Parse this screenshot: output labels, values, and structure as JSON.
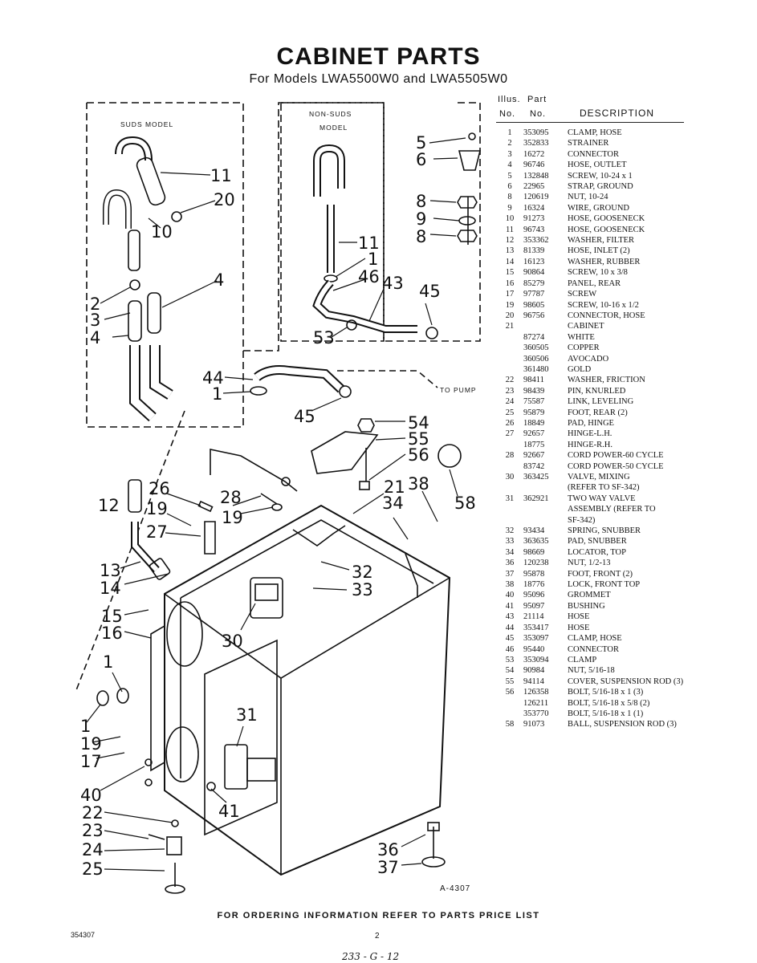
{
  "header": {
    "title": "CABINET PARTS",
    "subtitle": "For Models LWA5500W0 and LWA5505W0"
  },
  "table": {
    "col_illus_top": "Illus.",
    "col_part_top": "Part",
    "col_illus": "No.",
    "col_part": "No.",
    "col_desc": "DESCRIPTION",
    "rows": [
      {
        "illus": "1",
        "part": "353095",
        "desc": "CLAMP, HOSE"
      },
      {
        "illus": "2",
        "part": "352833",
        "desc": "STRAINER"
      },
      {
        "illus": "3",
        "part": "16272",
        "desc": "CONNECTOR"
      },
      {
        "illus": "4",
        "part": "96746",
        "desc": "HOSE, OUTLET"
      },
      {
        "illus": "5",
        "part": "132848",
        "desc": "SCREW, 10-24 x 1"
      },
      {
        "illus": "6",
        "part": "22965",
        "desc": "STRAP, GROUND"
      },
      {
        "illus": "8",
        "part": "120619",
        "desc": "NUT, 10-24"
      },
      {
        "illus": "9",
        "part": "16324",
        "desc": "WIRE, GROUND"
      },
      {
        "illus": "10",
        "part": "91273",
        "desc": "HOSE, GOOSENECK"
      },
      {
        "illus": "11",
        "part": "96743",
        "desc": "HOSE, GOOSENECK"
      },
      {
        "illus": "12",
        "part": "353362",
        "desc": "WASHER, FILTER"
      },
      {
        "illus": "13",
        "part": "81339",
        "desc": "HOSE, INLET (2)"
      },
      {
        "illus": "14",
        "part": "16123",
        "desc": "WASHER, RUBBER"
      },
      {
        "illus": "15",
        "part": "90864",
        "desc": "SCREW, 10 x 3/8"
      },
      {
        "illus": "16",
        "part": "85279",
        "desc": "PANEL, REAR"
      },
      {
        "illus": "17",
        "part": "97787",
        "desc": "SCREW"
      },
      {
        "illus": "19",
        "part": "98605",
        "desc": "SCREW, 10-16 x 1/2"
      },
      {
        "illus": "20",
        "part": "96756",
        "desc": "CONNECTOR, HOSE"
      },
      {
        "illus": "21",
        "part": "",
        "desc": "CABINET"
      },
      {
        "illus": "",
        "part": "87274",
        "desc": "WHITE"
      },
      {
        "illus": "",
        "part": "360505",
        "desc": "COPPER"
      },
      {
        "illus": "",
        "part": "360506",
        "desc": "AVOCADO"
      },
      {
        "illus": "",
        "part": "361480",
        "desc": "GOLD"
      },
      {
        "illus": "22",
        "part": "98411",
        "desc": "WASHER, FRICTION"
      },
      {
        "illus": "23",
        "part": "98439",
        "desc": "PIN, KNURLED"
      },
      {
        "illus": "24",
        "part": "75587",
        "desc": "LINK, LEVELING"
      },
      {
        "illus": "25",
        "part": "95879",
        "desc": "FOOT, REAR (2)"
      },
      {
        "illus": "26",
        "part": "18849",
        "desc": "PAD, HINGE"
      },
      {
        "illus": "27",
        "part": "92657",
        "desc": "HINGE-L.H."
      },
      {
        "illus": "",
        "part": "18775",
        "desc": "HINGE-R.H."
      },
      {
        "illus": "28",
        "part": "92667",
        "desc": "CORD POWER-60 CYCLE"
      },
      {
        "illus": "",
        "part": "83742",
        "desc": "CORD POWER-50 CYCLE"
      },
      {
        "illus": "30",
        "part": "363425",
        "desc": "VALVE, MIXING"
      },
      {
        "illus": "",
        "part": "",
        "desc": "(REFER TO SF-342)"
      },
      {
        "illus": "31",
        "part": "362921",
        "desc": "TWO WAY VALVE"
      },
      {
        "illus": "",
        "part": "",
        "desc": "ASSEMBLY (REFER TO"
      },
      {
        "illus": "",
        "part": "",
        "desc": "SF-342)"
      },
      {
        "illus": "32",
        "part": "93434",
        "desc": "SPRING, SNUBBER"
      },
      {
        "illus": "33",
        "part": "363635",
        "desc": "PAD, SNUBBER"
      },
      {
        "illus": "34",
        "part": "98669",
        "desc": "LOCATOR, TOP"
      },
      {
        "illus": "36",
        "part": "120238",
        "desc": "NUT, 1/2-13"
      },
      {
        "illus": "37",
        "part": "95878",
        "desc": "FOOT, FRONT (2)"
      },
      {
        "illus": "38",
        "part": "18776",
        "desc": "LOCK, FRONT TOP"
      },
      {
        "illus": "40",
        "part": "95096",
        "desc": "GROMMET"
      },
      {
        "illus": "41",
        "part": "95097",
        "desc": "BUSHING"
      },
      {
        "illus": "43",
        "part": "21114",
        "desc": "HOSE"
      },
      {
        "illus": "44",
        "part": "353417",
        "desc": "HOSE"
      },
      {
        "illus": "45",
        "part": "353097",
        "desc": "CLAMP, HOSE"
      },
      {
        "illus": "46",
        "part": "95440",
        "desc": "CONNECTOR"
      },
      {
        "illus": "53",
        "part": "353094",
        "desc": "CLAMP"
      },
      {
        "illus": "54",
        "part": "90984",
        "desc": "NUT, 5/16-18"
      },
      {
        "illus": "55",
        "part": "94114",
        "desc": "COVER, SUSPENSION ROD (3)"
      },
      {
        "illus": "56",
        "part": "126358",
        "desc": "BOLT, 5/16-18 x 1 (3)"
      },
      {
        "illus": "",
        "part": "126211",
        "desc": "BOLT, 5/16-18 x 5/8 (2)"
      },
      {
        "illus": "",
        "part": "353770",
        "desc": "BOLT, 5/16-18 x 1 (1)"
      },
      {
        "illus": "58",
        "part": "91073",
        "desc": "BALL, SUSPENSION ROD (3)"
      }
    ]
  },
  "diagram": {
    "suds_label": "SUDS MODEL",
    "nonsuds_label_1": "NON-SUDS",
    "nonsuds_label_2": "MODEL",
    "to_pump_label": "TO PUMP",
    "drawing_no": "A-4307",
    "callouts": {
      "c11a": "11",
      "c20": "20",
      "c10": "10",
      "c4a": "4",
      "c2": "2",
      "c3": "3",
      "c4b": "4",
      "c5": "5",
      "c6": "6",
      "c8a": "8",
      "c9": "9",
      "c8b": "8",
      "c11b": "11",
      "c1a": "1",
      "c46": "46",
      "c43": "43",
      "c45a": "45",
      "c53": "53",
      "c44": "44",
      "c1b": "1",
      "c45b": "45",
      "c54": "54",
      "c55": "55",
      "c56": "56",
      "c58": "58",
      "c21": "21",
      "c38": "38",
      "c34": "34",
      "c12": "12",
      "c26": "26",
      "c19a": "19",
      "c28": "28",
      "c19b": "19",
      "c27": "27",
      "c13": "13",
      "c14": "14",
      "c32": "32",
      "c33": "33",
      "c15": "15",
      "c16": "16",
      "c30": "30",
      "c1c": "1",
      "c31": "31",
      "c1d": "1",
      "c19c": "19",
      "c17": "17",
      "c40": "40",
      "c22": "22",
      "c41": "41",
      "c23": "23",
      "c24": "24",
      "c25": "25",
      "c36": "36",
      "c37": "37"
    }
  },
  "footer": {
    "ordering_note": "FOR ORDERING INFORMATION REFER TO PARTS PRICE LIST",
    "doc_number": "354307",
    "page_number": "2",
    "handwritten_code": "233 - G - 12"
  }
}
